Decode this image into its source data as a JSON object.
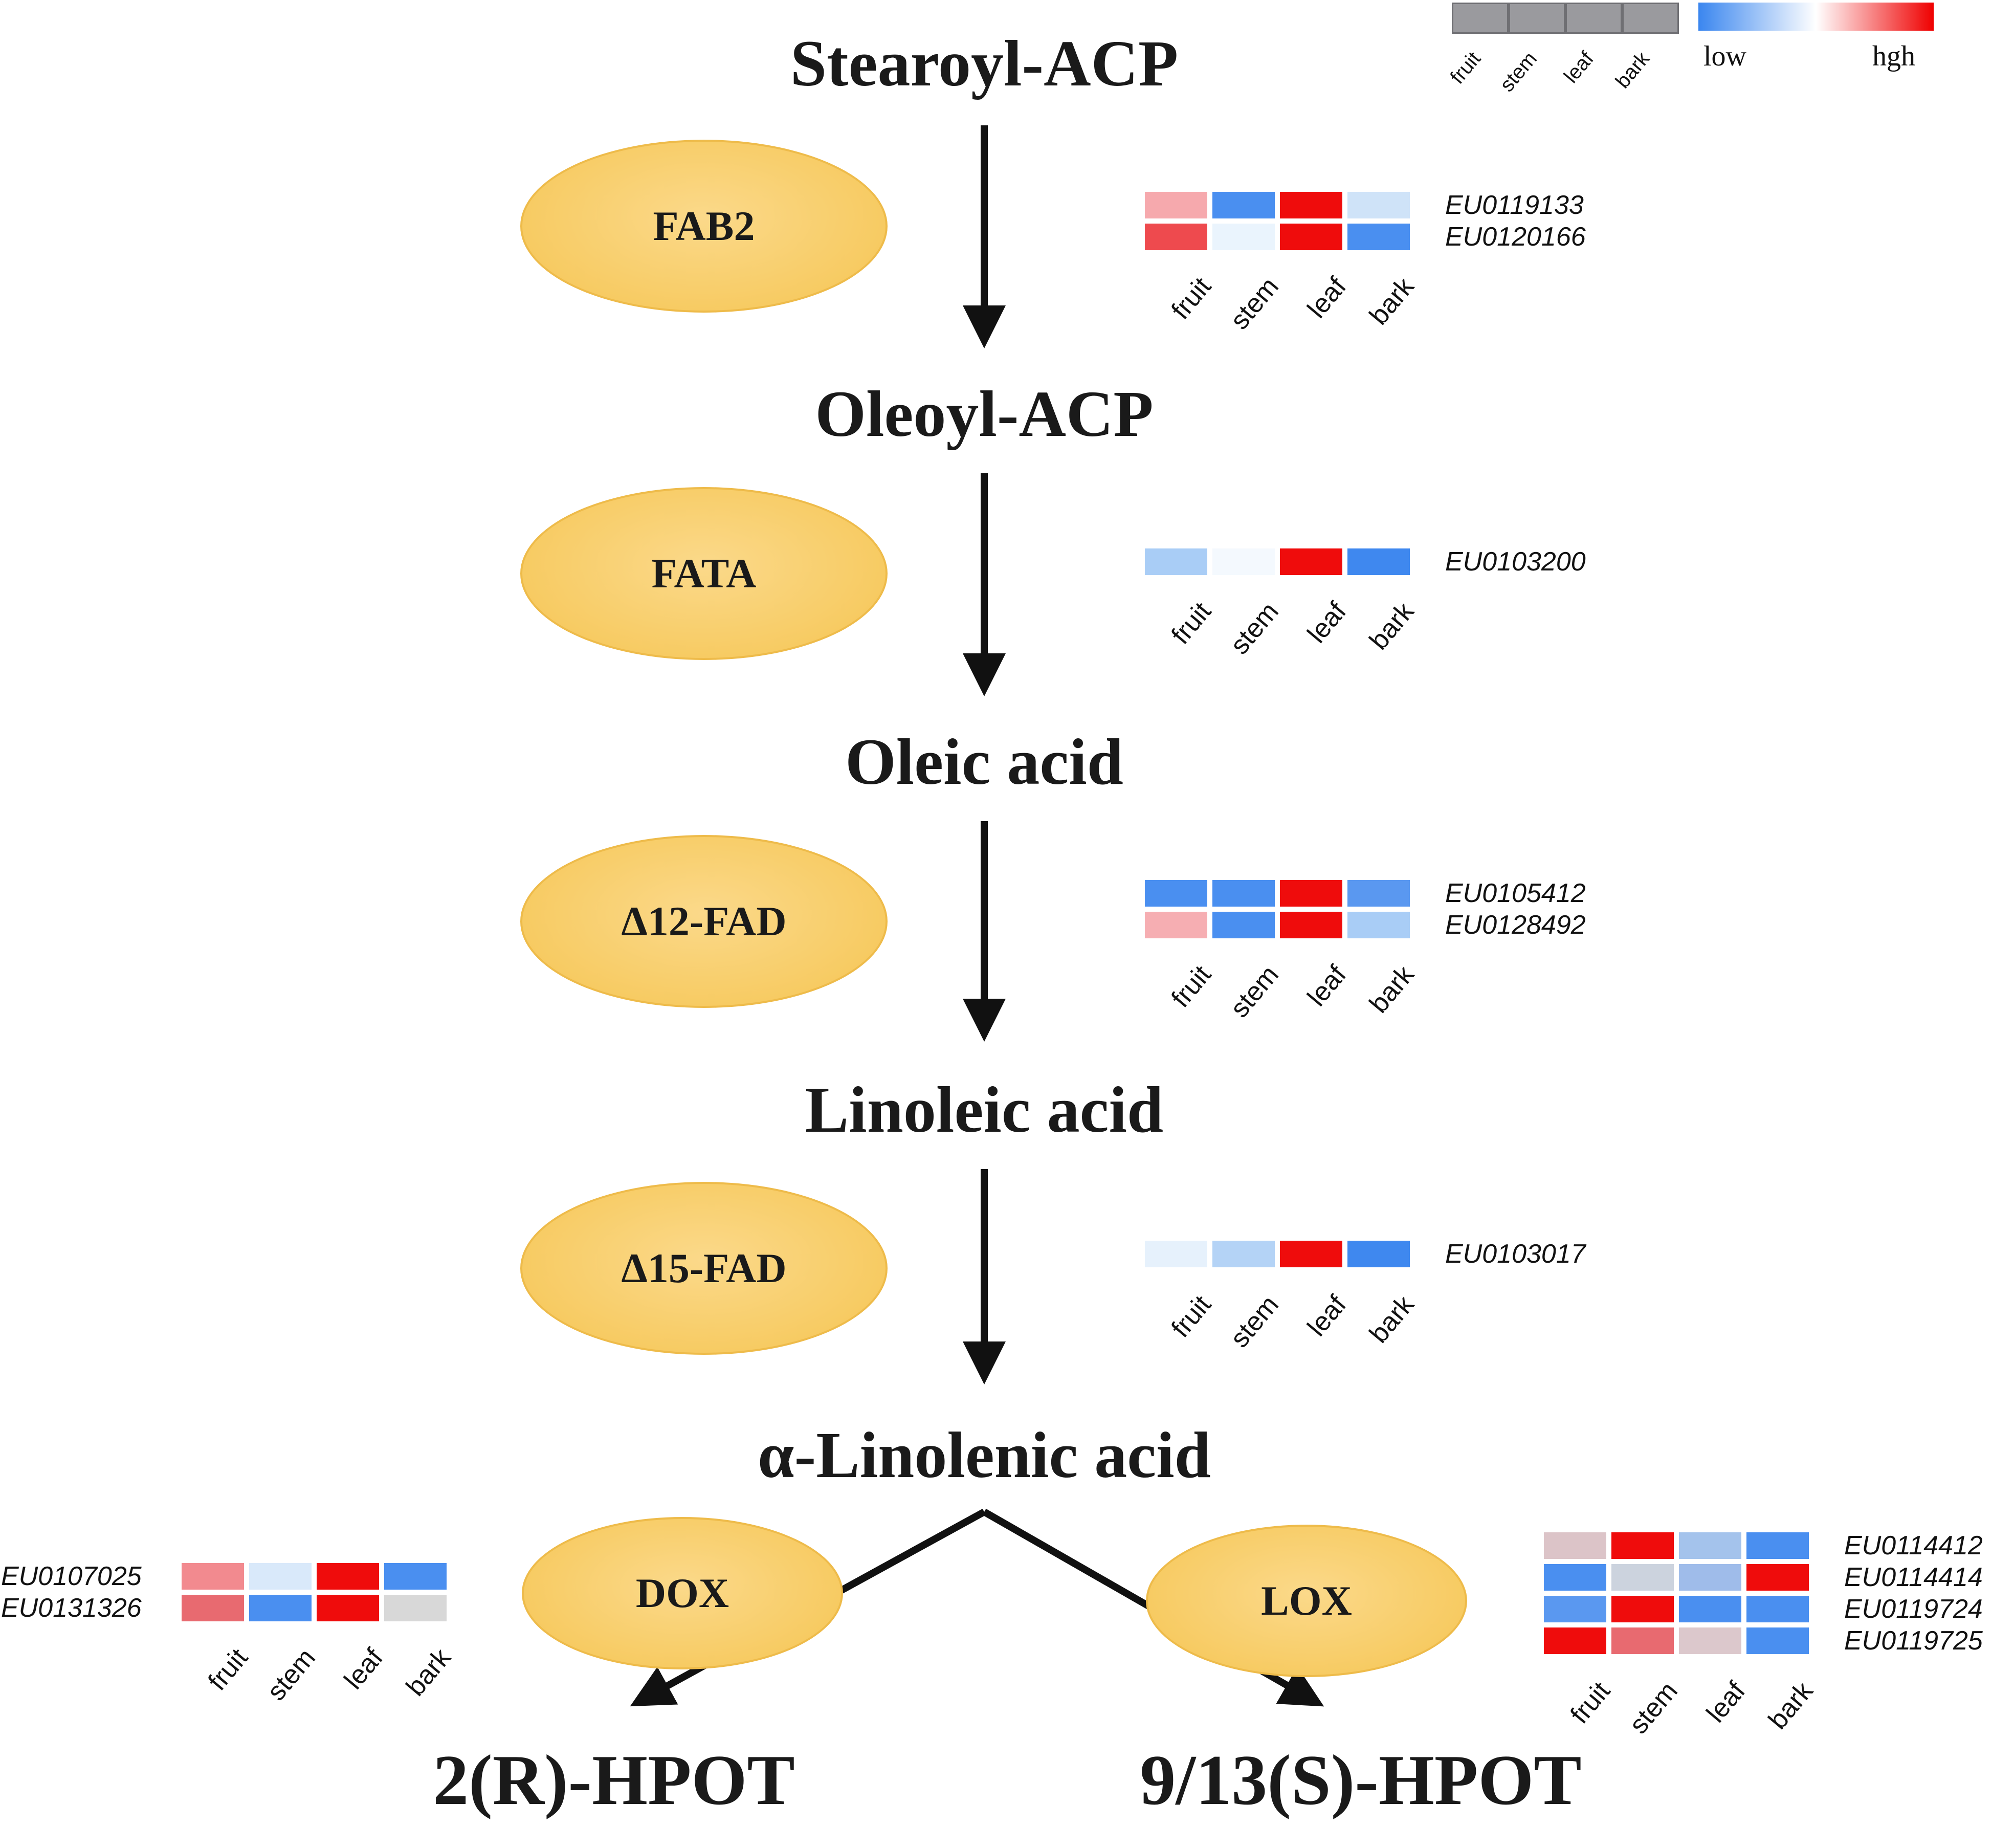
{
  "colors": {
    "low": "#3a86ef",
    "high": "#ef0000",
    "enzyme_fill": "#f7cb63",
    "legend_grey": "#9a9a9e"
  },
  "legend": {
    "tissues": [
      "fruit",
      "stem",
      "leaf",
      "bark"
    ],
    "low_label": "low",
    "high_label": "hgh"
  },
  "metabolites": {
    "stearoyl_acp": "Stearoyl-ACP",
    "oleoyl_acp": "Oleoyl-ACP",
    "oleic_acid": "Oleic acid",
    "linoleic_acid": "Linoleic acid",
    "alpha_linolenic_acid": "α-Linolenic acid",
    "hpot_2r": "2(R)-HPOT",
    "hpot_913s": "9/13(S)-HPOT"
  },
  "enzymes": {
    "fab2": "FAB2",
    "fata": "FATA",
    "d12_fad": "Δ12-FAD",
    "d15_fad": "Δ15-FAD",
    "dox": "DOX",
    "lox": "LOX"
  },
  "heatmaps": {
    "fab2": {
      "genes": [
        "EU0119133",
        "EU0120166"
      ],
      "colors": [
        [
          "#f6a9ad",
          "#4a8ff0",
          "#ef0c0c",
          "#cfe3f8"
        ],
        [
          "#ee4a4e",
          "#eaf4fd",
          "#ef0c0c",
          "#4a8ff0"
        ]
      ]
    },
    "fata": {
      "genes": [
        "EU0103200"
      ],
      "colors": [
        [
          "#a9cdf6",
          "#f4f9fe",
          "#ef0c0c",
          "#3f88ef"
        ]
      ]
    },
    "d12": {
      "genes": [
        "EU0105412",
        "EU0128492"
      ],
      "colors": [
        [
          "#4a8ff0",
          "#4a8ff0",
          "#ef0c0c",
          "#5a98f0"
        ],
        [
          "#f6aeb2",
          "#4a8ff0",
          "#ef0c0c",
          "#a9cdf6"
        ]
      ]
    },
    "d15": {
      "genes": [
        "EU0103017"
      ],
      "colors": [
        [
          "#e6f1fc",
          "#b4d3f6",
          "#ef0c0c",
          "#3f88ef"
        ]
      ]
    },
    "dox": {
      "genes": [
        "EU0107025",
        "EU0131326"
      ],
      "colors": [
        [
          "#f28a8f",
          "#d9e9fa",
          "#ef0c0c",
          "#4a8ff0"
        ],
        [
          "#e86a70",
          "#4a8ff0",
          "#ef0c0c",
          "#d8d8d8"
        ]
      ]
    },
    "lox": {
      "genes": [
        "EU0114412",
        "EU0114414",
        "EU0119724",
        "EU0119725"
      ],
      "colors": [
        [
          "#dcc4c8",
          "#ef0c0c",
          "#a4c3ec",
          "#4a8ff0"
        ],
        [
          "#4a8ff0",
          "#ccd3de",
          "#9fbcea",
          "#ef0c0c"
        ],
        [
          "#5a98f0",
          "#ef0c0c",
          "#4a8ff0",
          "#4a8ff0"
        ],
        [
          "#ef0c0c",
          "#e86a70",
          "#dcc8cc",
          "#4a8ff0"
        ]
      ]
    }
  }
}
